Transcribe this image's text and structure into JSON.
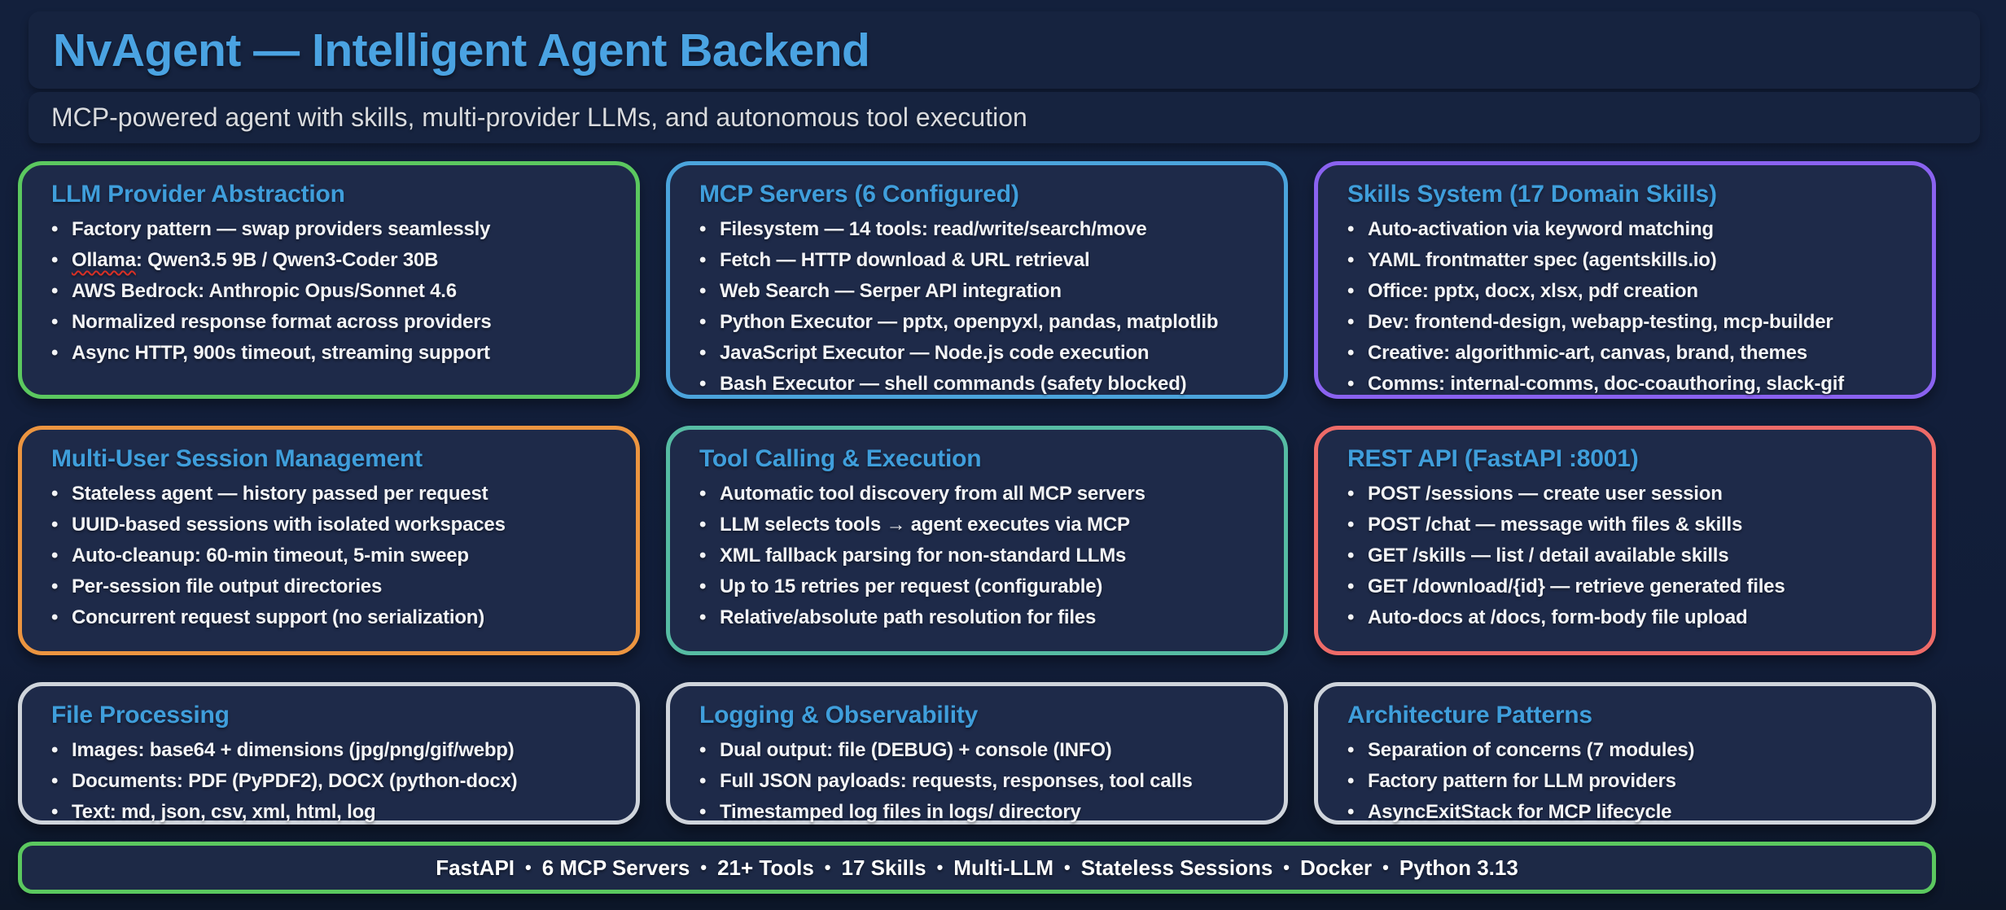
{
  "palette": {
    "background": "#111D38",
    "panel_bg": "#16233F",
    "card_bg": "#1E2A49",
    "title_blue": "#4AA3E2",
    "card_title_blue": "#3F9EDB",
    "body_text": "#F3F4F6",
    "subtitle_text": "#D9DBDE",
    "border_green": "#5BC85F",
    "border_blue": "#4BA4DC",
    "border_purple": "#8A62F0",
    "border_orange": "#EC9540",
    "border_teal": "#56BCA3",
    "border_coral": "#EE6B68",
    "border_gray": "#CFD4DB",
    "spellcheck_red": "#D93025"
  },
  "header": {
    "title": "NvAgent — Intelligent Agent Backend",
    "subtitle": "MCP-powered agent with skills, multi-provider LLMs, and autonomous tool execution"
  },
  "cards": [
    {
      "title": "LLM Provider Abstraction",
      "accent": "green",
      "bullets": [
        "Factory pattern — swap providers seamlessly",
        {
          "word": "Ollama",
          "rest": ": Qwen3.5 9B / Qwen3-Coder 30B"
        },
        "AWS Bedrock: Anthropic Opus/Sonnet 4.6",
        "Normalized response format across providers",
        "Async HTTP, 900s timeout, streaming support"
      ]
    },
    {
      "title": "MCP Servers (6 Configured)",
      "accent": "blue",
      "bullets": [
        "Filesystem — 14 tools: read/write/search/move",
        "Fetch — HTTP download & URL retrieval",
        "Web Search — Serper API integration",
        "Python Executor — pptx, openpyxl, pandas, matplotlib",
        "JavaScript Executor — Node.js code execution",
        "Bash Executor — shell commands (safety blocked)"
      ]
    },
    {
      "title": "Skills System (17 Domain Skills)",
      "accent": "purple",
      "bullets": [
        "Auto-activation via keyword matching",
        "YAML frontmatter spec (agentskills.io)",
        "Office: pptx, docx, xlsx, pdf creation",
        "Dev: frontend-design, webapp-testing, mcp-builder",
        "Creative: algorithmic-art, canvas, brand, themes",
        "Comms: internal-comms, doc-coauthoring, slack-gif"
      ]
    },
    {
      "title": "Multi-User Session Management",
      "accent": "orange",
      "bullets": [
        "Stateless agent — history passed per request",
        "UUID-based sessions with isolated workspaces",
        "Auto-cleanup: 60-min timeout, 5-min sweep",
        "Per-session file output directories",
        "Concurrent request support (no serialization)"
      ]
    },
    {
      "title": "Tool Calling & Execution",
      "accent": "teal",
      "bullets": [
        "Automatic tool discovery from all MCP servers",
        "LLM selects tools → agent executes via MCP",
        "XML fallback parsing for non-standard LLMs",
        "Up to 15 retries per request (configurable)",
        "Relative/absolute path resolution for files"
      ]
    },
    {
      "title": "REST API (FastAPI :8001)",
      "accent": "coral",
      "bullets": [
        "POST /sessions — create user session",
        "POST /chat — message with files & skills",
        "GET /skills — list / detail available skills",
        "GET /download/{id} — retrieve generated files",
        "Auto-docs at /docs, form-body file upload"
      ]
    },
    {
      "title": "File Processing",
      "accent": "gray",
      "bullets": [
        "Images: base64 + dimensions (jpg/png/gif/webp)",
        "Documents: PDF (PyPDF2), DOCX (python-docx)",
        "Text: md, json, csv, xml, html, log"
      ]
    },
    {
      "title": "Logging & Observability",
      "accent": "gray",
      "bullets": [
        "Dual output: file (DEBUG) + console (INFO)",
        "Full JSON payloads: requests, responses, tool calls",
        "Timestamped log files in logs/ directory"
      ]
    },
    {
      "title": "Architecture Patterns",
      "accent": "gray",
      "bullets": [
        "Separation of concerns (7 modules)",
        "Factory pattern for LLM providers",
        "AsyncExitStack for MCP lifecycle"
      ]
    }
  ],
  "footer": {
    "separator": "•",
    "items": [
      "FastAPI",
      "6 MCP Servers",
      "21+ Tools",
      "17 Skills",
      "Multi-LLM",
      "Stateless Sessions",
      "Docker",
      "Python 3.13"
    ]
  }
}
